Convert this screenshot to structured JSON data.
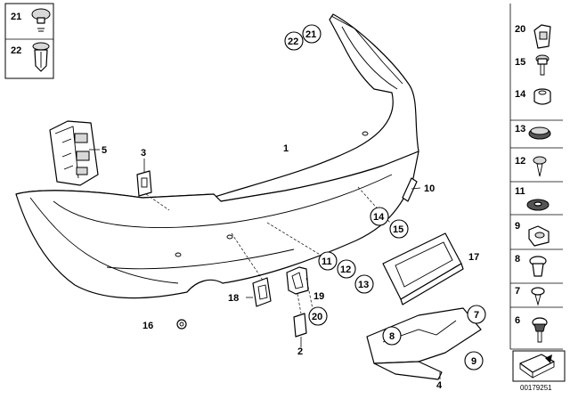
{
  "callouts": {
    "c1": "1",
    "c2": "2",
    "c3": "3",
    "c4": "4",
    "c5": "5",
    "c7": "7",
    "c8": "8",
    "c9": "9",
    "c10": "10",
    "c11": "11",
    "c12": "12",
    "c13": "13",
    "c14": "14",
    "c15": "15",
    "c16": "16",
    "c17": "17",
    "c18": "18",
    "c19": "19",
    "c20": "20",
    "c21": "21",
    "c22": "22"
  },
  "topleft_box": {
    "a": "21",
    "b": "22"
  },
  "right_column": [
    "20",
    "15",
    "14",
    "13",
    "12",
    "11",
    "9",
    "8",
    "7",
    "6"
  ],
  "diagram_code": "00179251"
}
